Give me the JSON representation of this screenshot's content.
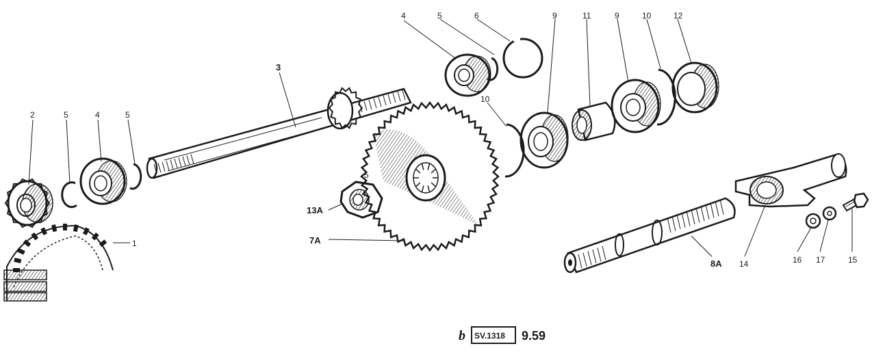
{
  "callouts": {
    "c1": "1",
    "c2": "2",
    "c3": "3",
    "c4a": "4",
    "c4b": "4",
    "c5a": "5",
    "c5b": "5",
    "c5c": "5",
    "c5d": "5",
    "c6": "6",
    "c7a": "7A",
    "c8a": "8A",
    "c9a": "9",
    "c9b": "9",
    "c10a": "10",
    "c10b": "10",
    "c11": "11",
    "c12": "12",
    "c13a": "13A",
    "c14": "14",
    "c15": "15",
    "c16": "16",
    "c17": "17"
  },
  "caption": {
    "prefix": "b",
    "code": "SV.1318",
    "date": "9.59"
  },
  "colors": {
    "ink": "#1a1a1a",
    "paper": "#ffffff"
  }
}
